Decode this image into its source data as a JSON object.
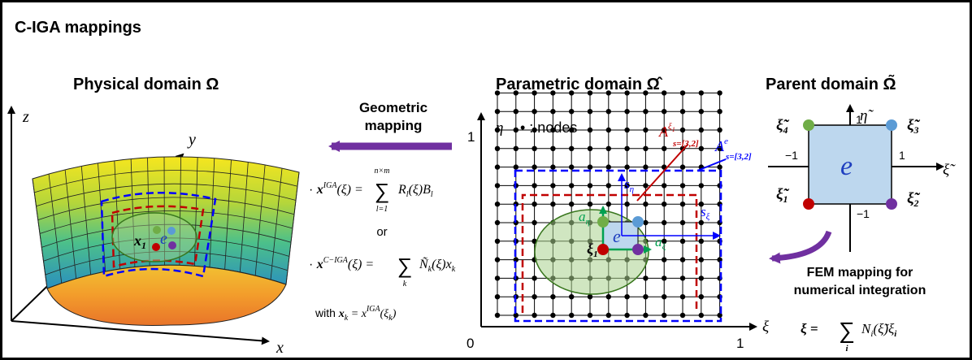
{
  "header": {
    "title": "C-IGA mappings"
  },
  "physical": {
    "title": "Physical domain Ω",
    "axis_z": "z",
    "axis_y": "y",
    "axis_x": "x",
    "point_label": "x",
    "point_sub": "1",
    "element_label": "e"
  },
  "geometric": {
    "title_line1": "Geometric",
    "title_line2": "mapping",
    "eq1_lhs": "x",
    "eq1_sup": "IGA",
    "eq1_arg": "(ξ) =",
    "eq1_sum_top": "n×m",
    "eq1_sum_bottom": "l=1",
    "eq1_rhs": "R",
    "eq1_rhs_sub": "l",
    "eq1_rhs_rest": "(ξ)B",
    "eq1_rhs_sub2": "l",
    "or_label": "or",
    "eq2_lhs": "x",
    "eq2_sup": "C−IGA",
    "eq2_arg": "(ξ) =",
    "eq2_sum_bottom": "k",
    "eq2_rhs": "Ñ",
    "eq2_rhs_sub": "k",
    "eq2_rhs_rest": "(ξ)x",
    "eq2_rhs_sub2": "k",
    "with_label": "with",
    "with_eq": "x",
    "with_eq_sub": "k",
    "with_eq_rest": "= x",
    "with_eq_sup": "IGA",
    "with_eq_arg": "(ξ",
    "with_eq_arg_sub": "k",
    "with_eq_close": ")"
  },
  "parametric": {
    "title": "Parametric domain Ω̂",
    "eta_label": "η",
    "nodes_legend": "• : nodes",
    "tick_1_top": "1",
    "tick_0": "0",
    "tick_1_right": "1",
    "xi_label": "ξ",
    "a_xi1": "A",
    "a_xi1_sup": "ξ",
    "a_xi1_sup_sub": "1",
    "a_xi1_sub": "s=[3,2]",
    "a_e": "A",
    "a_e_sup": "e",
    "a_e_sub": "s=[3,2]",
    "s_eta": "s",
    "s_eta_sub": "η",
    "s_xi": "s",
    "s_xi_sub": "ξ",
    "a_eta": "a",
    "a_eta_sub": "η",
    "a_xi": "a",
    "a_xi_sub": "ξ",
    "element_label": "e",
    "point_label": "ξ",
    "point_sub": "1"
  },
  "parent": {
    "title": "Parent domain Ω̃",
    "eta_label": "η̃",
    "xi_label": "ξ̃",
    "tick_1_top": "1",
    "tick_m1_left": "−1",
    "tick_1_right": "1",
    "tick_m1_bottom": "−1",
    "node1": "ξ̃",
    "node1_sub": "1",
    "node2": "ξ̃",
    "node2_sub": "2",
    "node3": "ξ̃",
    "node3_sub": "3",
    "node4": "ξ̃",
    "node4_sub": "4",
    "element_label": "e"
  },
  "fem": {
    "line1": "FEM mapping for",
    "line2": "numerical integration",
    "eq_lhs": "ξ =",
    "eq_sum_bottom": "i",
    "eq_rhs": "N",
    "eq_rhs_sub": "i",
    "eq_rhs_rest": "(ξ̃)ξ",
    "eq_rhs_sub2": "i"
  },
  "colors": {
    "purple_arrow": "#7030a0",
    "red_dash": "#c00000",
    "blue_dash": "#0000ff",
    "green": "#00a050",
    "node_red": "#c00000",
    "node_green": "#70ad47",
    "node_blue": "#5b9bd5",
    "node_purple": "#7030a0",
    "element_fill": "#bdd7ee",
    "ellipse_fill": "#a9d18e"
  }
}
